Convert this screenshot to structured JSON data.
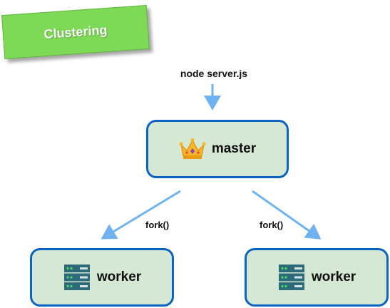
{
  "title_tag": {
    "label": "Clustering",
    "color": "#7ed957"
  },
  "command": {
    "text": "node server.js"
  },
  "nodes": {
    "master": {
      "label": "master",
      "icon": "crown-icon"
    },
    "worker_left": {
      "label": "worker",
      "icon": "server-icon"
    },
    "worker_right": {
      "label": "worker",
      "icon": "server-icon"
    }
  },
  "edges": {
    "fork_left": {
      "label": "fork()"
    },
    "fork_right": {
      "label": "fork()"
    }
  },
  "colors": {
    "node_fill": "#d5e8d4",
    "node_border": "#0b63c4",
    "arrow": "#6fb2f2"
  }
}
